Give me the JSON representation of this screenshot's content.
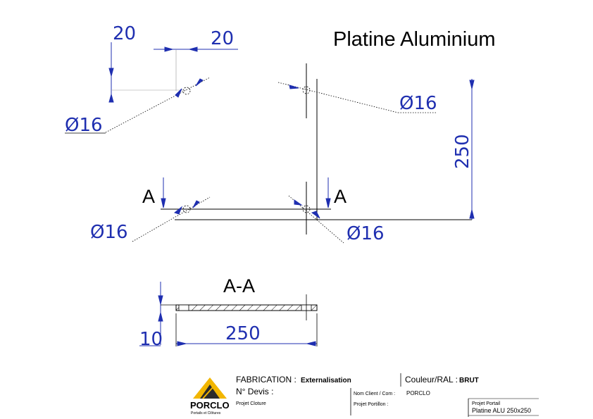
{
  "drawing": {
    "title": "Platine Aluminium",
    "dims": {
      "top_offset_left": "20",
      "top_offset_right": "20",
      "hole_tl": "Ø16",
      "hole_tr": "Ø16",
      "hole_bl": "Ø16",
      "hole_br": "Ø16",
      "height": "250",
      "width": "250",
      "thickness": "10"
    },
    "section_mark_left": "A",
    "section_mark_right": "A",
    "section_title": "A-A"
  },
  "title_block": {
    "fabrication_label": "FABRICATION :",
    "fabrication_value": "Externalisation",
    "couleur_label": "Couleur/RAL :",
    "couleur_value": "BRUT",
    "devis_label": "N° Devis :",
    "client_label": "Nom Client / Com :",
    "client_value": "PORCLO",
    "projet_cloture_label": "Projet Cloture",
    "projet_portillon_label": "Projet Portillon :",
    "projet_portail_label": "Projet Portail",
    "projet_portail_value": "Platine ALU 250x250",
    "logo_text": "PORCLO",
    "logo_tagline": "Portails et Clôtures"
  },
  "colors": {
    "dimension": "#1f2fb0",
    "outline": "#000000",
    "logo_yellow": "#f2b600",
    "logo_dark": "#2b2b2b"
  }
}
